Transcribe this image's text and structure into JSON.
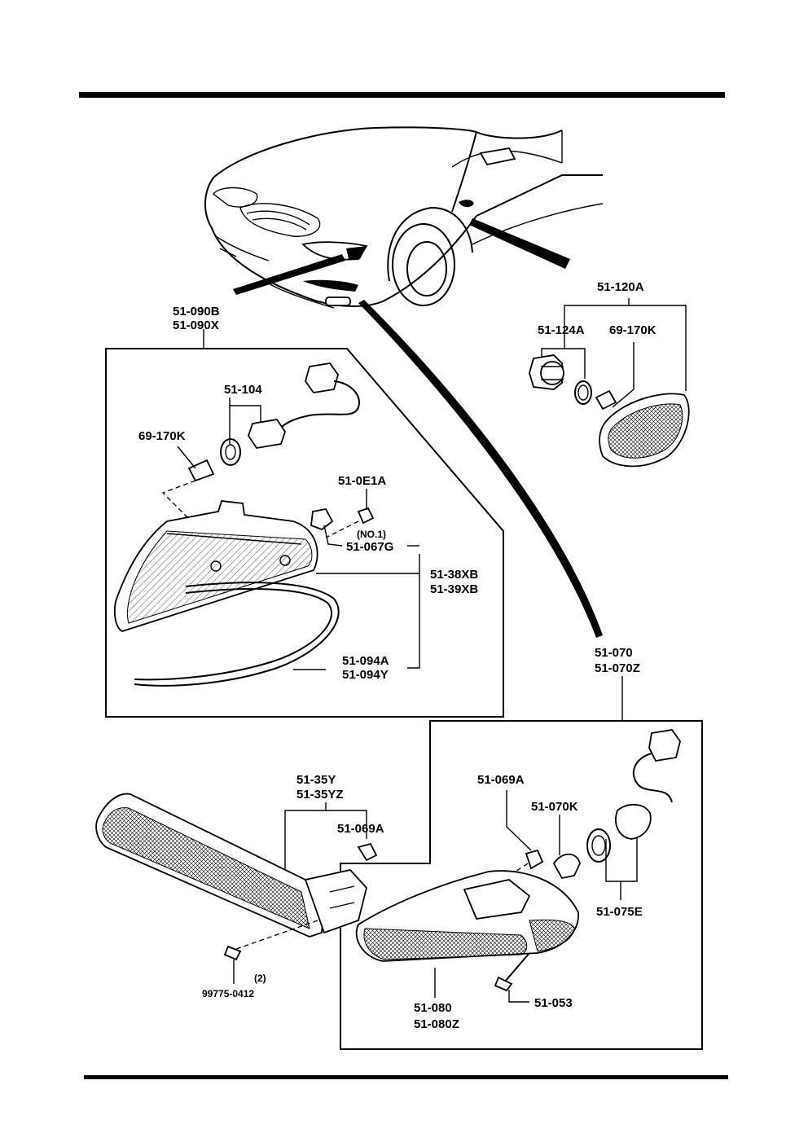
{
  "labels": {
    "l_51_090B": "51-090B",
    "l_51_090X": "51-090X",
    "l_51_104": "51-104",
    "l_69_170K_a": "69-170K",
    "l_51_0E1A": "51-0E1A",
    "l_no1": "(NO.1)",
    "l_51_067G": "51-067G",
    "l_51_38XB": "51-38XB",
    "l_51_39XB": "51-39XB",
    "l_51_094A": "51-094A",
    "l_51_094Y": "51-094Y",
    "l_51_120A": "51-120A",
    "l_51_124A": "51-124A",
    "l_69_170K_b": "69-170K",
    "l_51_070": "51-070",
    "l_51_070Z": "51-070Z",
    "l_51_069A_a": "51-069A",
    "l_51_070K": "51-070K",
    "l_51_075E": "51-075E",
    "l_51_080": "51-080",
    "l_51_080Z": "51-080Z",
    "l_51_053": "51-053",
    "l_51_35Y": "51-35Y",
    "l_51_35YZ": "51-35YZ",
    "l_51_069A_b": "51-069A",
    "l_99775_0412": "99775-0412",
    "l_qty2": "(2)"
  }
}
